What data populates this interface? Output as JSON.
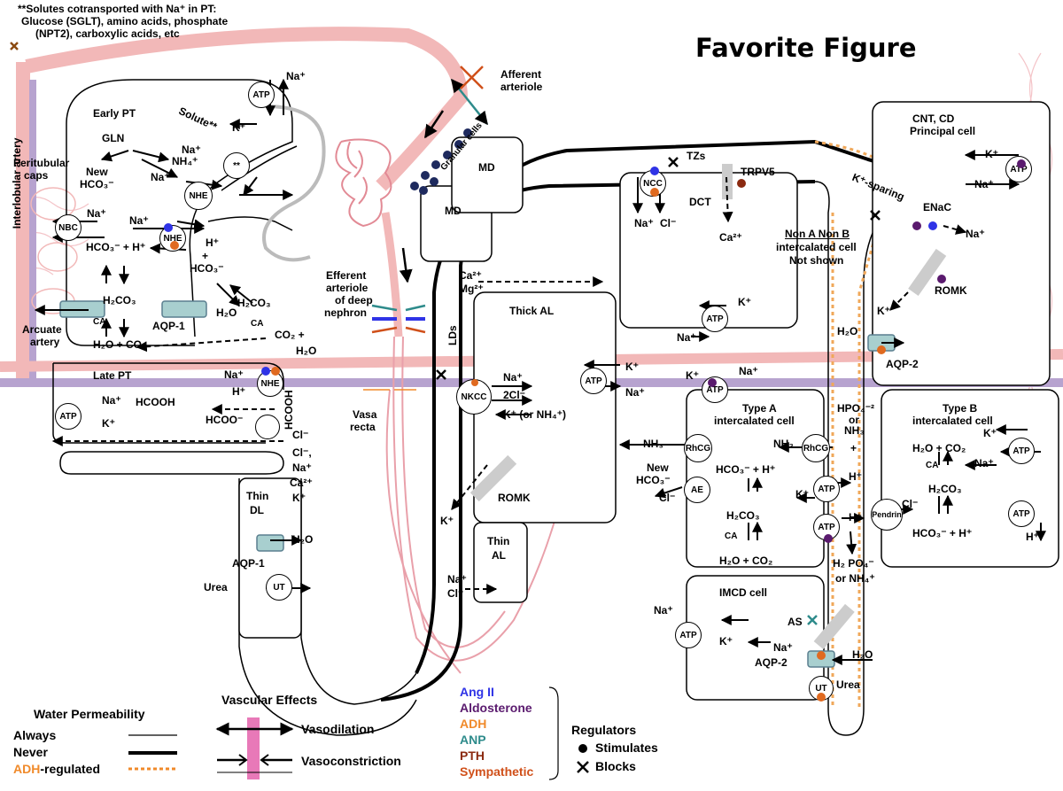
{
  "title": "Favorite Figure",
  "footnote": {
    "line1": "**Solutes cotransported with Na⁺ in PT:",
    "line2": "Glucose (SGLT), amino acids, phosphate",
    "line3": "(NPT2), carboxylic acids, etc"
  },
  "vessels": {
    "interlobular": "Interlobular artery",
    "arcuate_1": "Arcuate",
    "arcuate_2": "artery",
    "afferent_1": "Afferent",
    "afferent_2": "arteriole",
    "efferent_1": "Efferent",
    "efferent_2": "arteriole",
    "efferent_3": "of deep",
    "efferent_4": "nephron",
    "vasa_1": "Vasa",
    "vasa_2": "recta",
    "peritubular_1": "Peritubular",
    "peritubular_2": "caps",
    "granular": "Granular cells",
    "md": "MD"
  },
  "segments": {
    "early_pt": "Early PT",
    "late_pt": "Late PT",
    "thin_dl_1": "Thin",
    "thin_dl_2": "DL",
    "thick_al": "Thick AL",
    "thin_al_1": "Thin",
    "thin_al_2": "AL",
    "dct": "DCT",
    "cnt_1": "CNT, CD",
    "cnt_2": "Principal cell",
    "type_a_1": "Type A",
    "type_a_2": "intercalated cell",
    "type_b_1": "Type B",
    "type_b_2": "intercalated cell",
    "imcd": "IMCD cell",
    "non_ab_1": "Non A Non B",
    "non_ab_2": "intercalated cell",
    "non_ab_3": "Not shown"
  },
  "transporters": {
    "atp": "ATP",
    "nbc": "NBC",
    "nhe": "NHE",
    "nkcc": "NKCC",
    "ncc": "NCC",
    "ue": "UT",
    "ae": "AE",
    "rhcg": "RhCG",
    "pendrin": "Pendrin",
    "solute_sym": "**",
    "aqp1": "AQP-1",
    "aqp2": "AQP-2",
    "romk": "ROMK",
    "trpv5": "TRPV5",
    "enac": "ENaC",
    "ca": "CA"
  },
  "chem": {
    "na": "Na⁺",
    "k": "K⁺",
    "h": "H⁺",
    "cl": "Cl⁻",
    "h2o": "H₂O",
    "nh3": "NH₃",
    "gln": "GLN",
    "solute": "Solute**",
    "nh4": "NH₄⁺",
    "new_hco3_1": "New",
    "new_hco3_2": "HCO₃⁻",
    "hco3_h": "HCO₃⁻ + H⁺",
    "h2co3": "H₂CO₃",
    "h2o_co2": "H₂O + CO₂",
    "co2_plus": "CO₂ +",
    "plus": "+",
    "hcooh": "HCOOH",
    "hcoo": "HCOO⁻",
    "hcooh_v": "HCOOH",
    "cl_na_ca_k": [
      "Cl⁻,",
      "Na⁺",
      "Ca²⁺",
      "K⁺"
    ],
    "two_cl": "2Cl⁻",
    "k_or_nh4": "K⁺ (or NH₄⁺)",
    "ca2": "Ca²⁺",
    "mg2": "Mg²⁺",
    "urea": "Urea",
    "hpo4_1": "HPO₄⁻²",
    "hpo4_2": "or",
    "hpo4_3": "NH₃",
    "h2po4_1": "H₂ PO₄⁻",
    "h2po4_2": "or NH₄⁺",
    "h2o_co2b": "H₂O + CO₂",
    "tzs": "TZs",
    "lds": "LDs",
    "as": "AS",
    "k_sparing": "K⁺-sparing"
  },
  "legend": {
    "water_title": "Water Permeability",
    "always": "Always",
    "never": "Never",
    "adh_word": "ADH",
    "adh_rest": "-regulated",
    "vascular_title": "Vascular Effects",
    "vasodilation": "Vasodilation",
    "vasoconstriction": "Vasoconstriction",
    "regulators_title": "Regulators",
    "stimulates": "Stimulates",
    "blocks": "Blocks",
    "reg_list": [
      "Ang II",
      "Aldosterone",
      "ADH",
      "ANP",
      "PTH",
      "Sympathetic"
    ]
  },
  "colors": {
    "ang2": "#2f33e6",
    "aldosterone": "#5a1a6e",
    "adh": "#f08a2a",
    "anp": "#2e8b8b",
    "pth": "#8b2a10",
    "sympathetic": "#d0501a",
    "vessel_pink": "#f2b8b8",
    "vessel_purple": "#b7a3cf",
    "aqp": "#a8cfcf"
  }
}
